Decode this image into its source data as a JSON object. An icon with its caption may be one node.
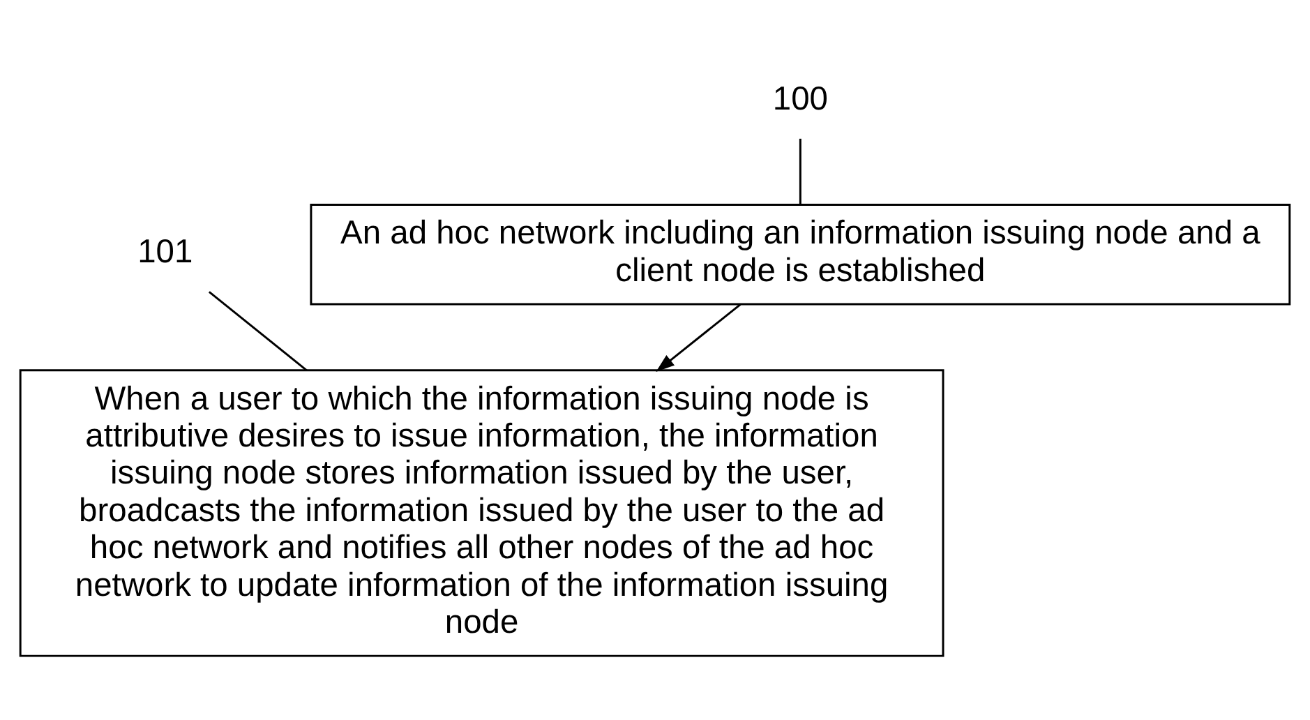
{
  "diagram": {
    "nodes": [
      {
        "text": [
          "An ad hoc network including an information issuing node and a client node is established"
        ]
      },
      {
        "text": [
          "When a user to which the information issuing node is attributive desires to issue information, the information issuing node stores information issued by the user, broadcasts the information issued by the user to the ad hoc network and notifies all other nodes of the ad hoc network to update information of the information issuing node"
        ]
      },
      {
        "text": [
          "100"
        ]
      },
      {
        "text": [
          "101"
        ]
      }
    ],
    "edges": [
      {
        "from": 0,
        "to": 1,
        "arrow": "to"
      },
      {
        "from": 2,
        "to": 0,
        "arrow": "none"
      },
      {
        "from": 3,
        "to": 1,
        "arrow": "none"
      }
    ]
  }
}
